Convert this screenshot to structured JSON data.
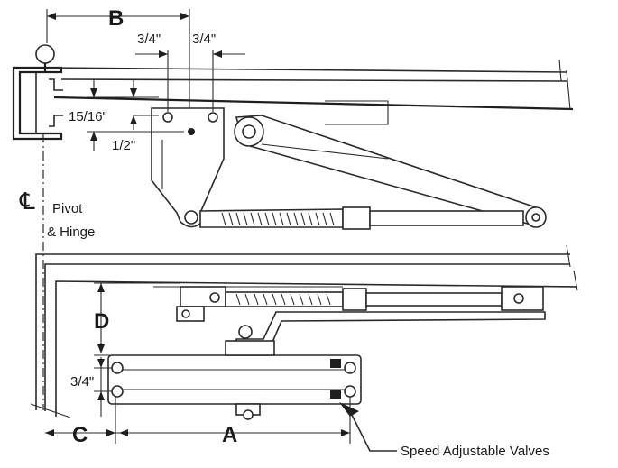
{
  "dimensions": {
    "b": "B",
    "a": "A",
    "c": "C",
    "d": "D",
    "three_quarter_left": "3/4\"",
    "three_quarter_right": "3/4\"",
    "fifteen_sixteenths": "15/16\"",
    "half_inch": "1/2\"",
    "three_quarter_vertical": "3/4\""
  },
  "labels": {
    "centerline_symbol": "℄",
    "pivot_line1": "Pivot",
    "pivot_line2": "& Hinge",
    "speed_valves": "Speed Adjustable Valves"
  }
}
